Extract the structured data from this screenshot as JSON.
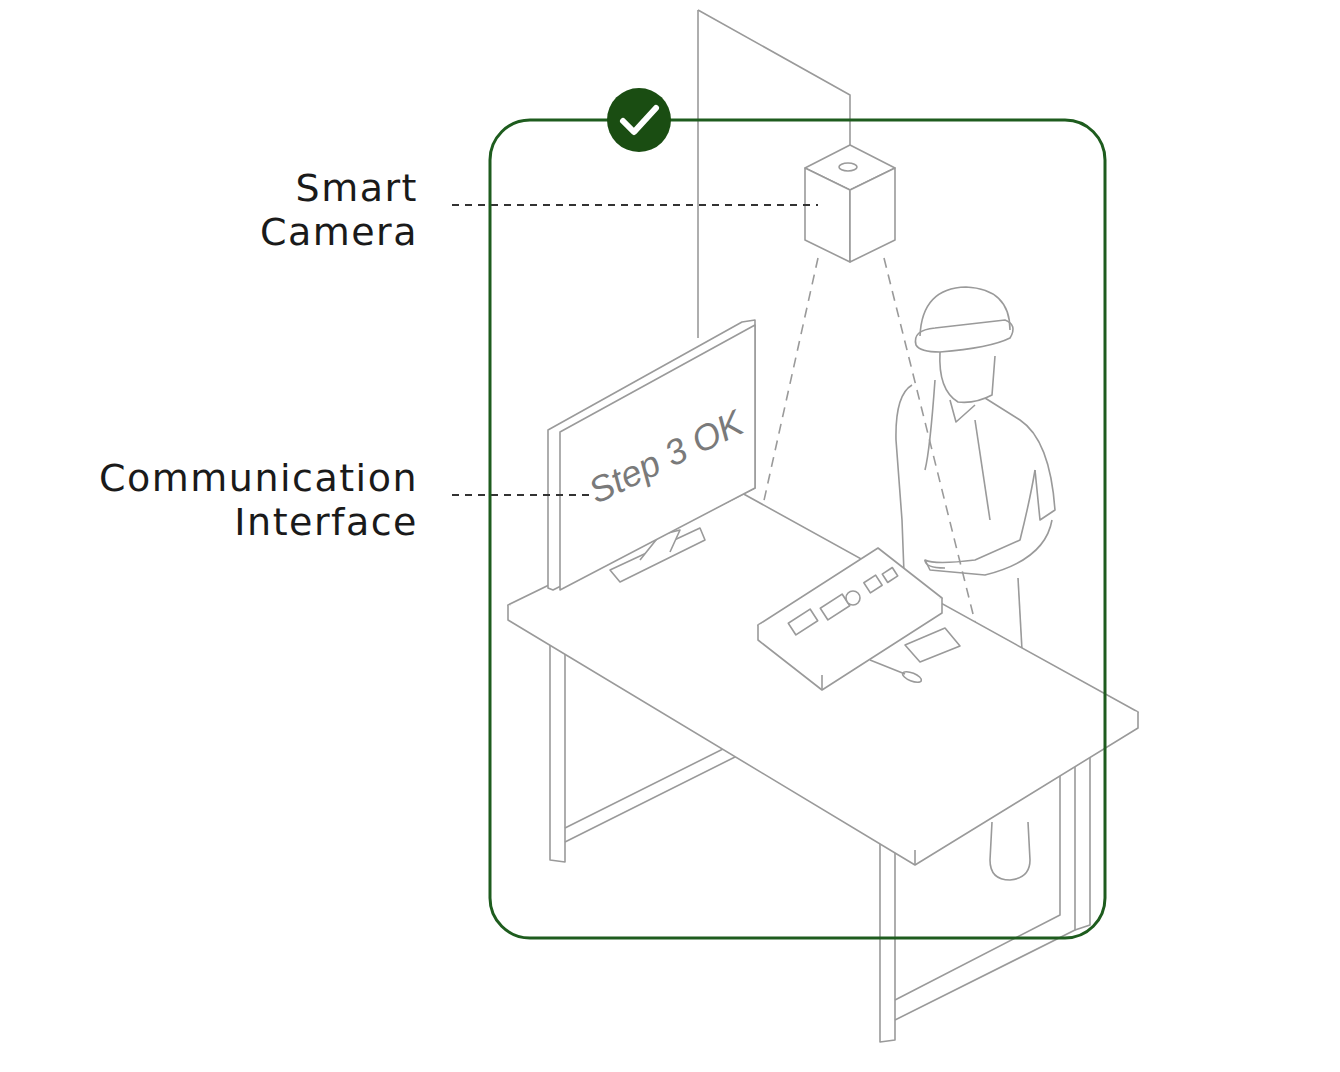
{
  "diagram": {
    "labels": [
      "Smart Camera",
      "Communication Interface",
      "Step 3 OK"
    ]
  }
}
